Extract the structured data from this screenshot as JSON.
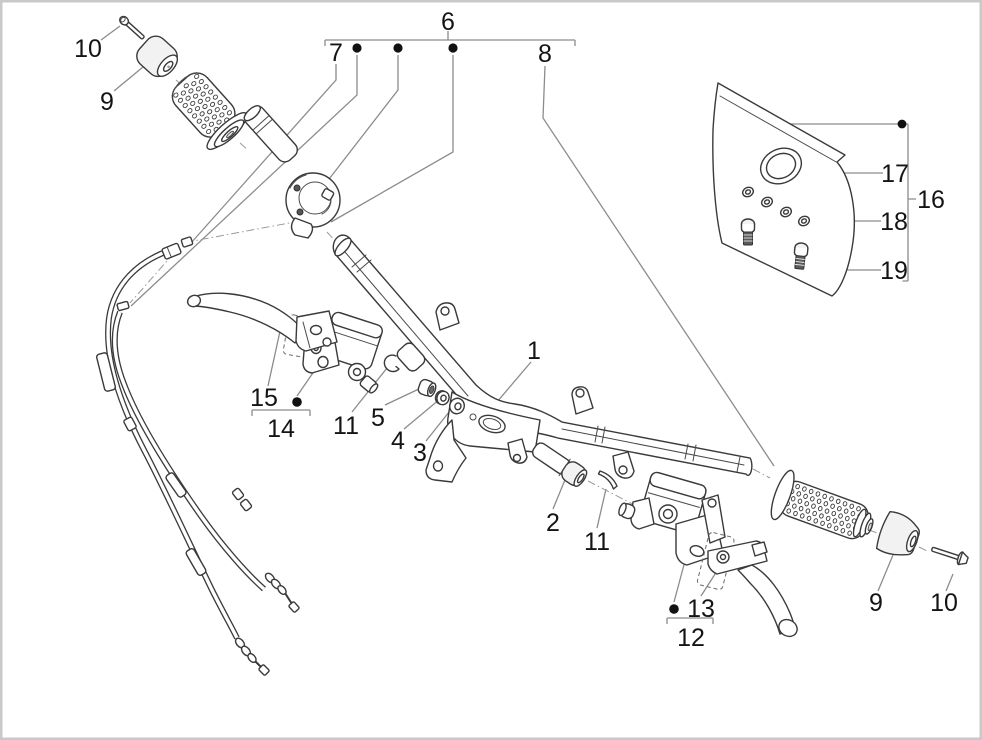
{
  "diagram": {
    "type": "exploded-parts-diagram",
    "subject": "handlebar-assembly",
    "callouts": [
      {
        "id": "callout-6",
        "label": "6"
      },
      {
        "id": "callout-7",
        "label": "7"
      },
      {
        "id": "callout-8",
        "label": "8"
      },
      {
        "id": "callout-10-left",
        "label": "10"
      },
      {
        "id": "callout-9-left",
        "label": "9"
      },
      {
        "id": "callout-17",
        "label": "17"
      },
      {
        "id": "callout-16",
        "label": "16"
      },
      {
        "id": "callout-18",
        "label": "18"
      },
      {
        "id": "callout-19",
        "label": "19"
      },
      {
        "id": "callout-1",
        "label": "1"
      },
      {
        "id": "callout-15",
        "label": "15"
      },
      {
        "id": "callout-14",
        "label": "14"
      },
      {
        "id": "callout-11-left",
        "label": "11"
      },
      {
        "id": "callout-5",
        "label": "5"
      },
      {
        "id": "callout-4",
        "label": "4"
      },
      {
        "id": "callout-3",
        "label": "3"
      },
      {
        "id": "callout-2",
        "label": "2"
      },
      {
        "id": "callout-11-center",
        "label": "11"
      },
      {
        "id": "callout-13",
        "label": "13"
      },
      {
        "id": "callout-12",
        "label": "12"
      },
      {
        "id": "callout-9-right",
        "label": "9"
      },
      {
        "id": "callout-10-right",
        "label": "10"
      }
    ],
    "colors": {
      "background": "#ffffff",
      "line": "#3a3a3a",
      "leader": "#8c8c8c",
      "label": "#141414",
      "border": "#c9c9c9"
    }
  }
}
